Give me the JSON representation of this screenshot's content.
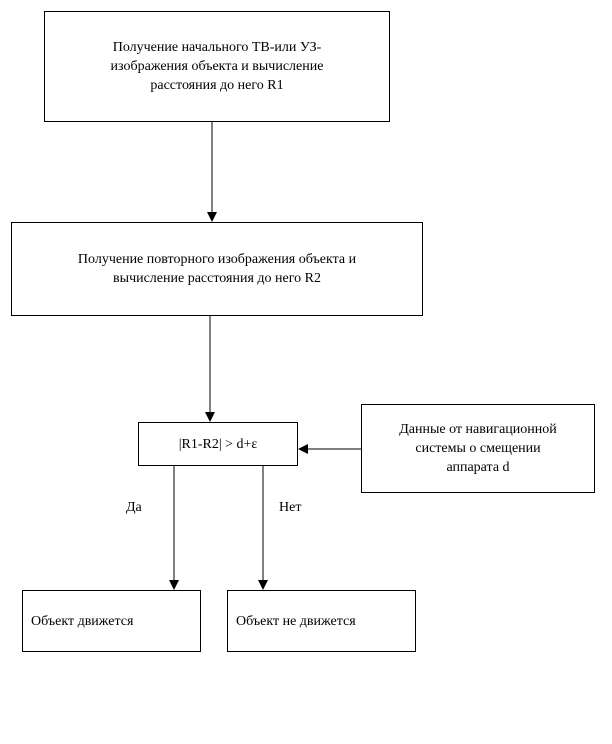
{
  "diagram": {
    "nodes": {
      "start": {
        "text": "Получение начального ТВ-или УЗ-\nизображения объекта и вычисление\nрасстояния до него R1"
      },
      "repeat": {
        "text": "Получение повторного изображения объекта и\nвычисление расстояния до него R2"
      },
      "condition": {
        "text": "|R1-R2| > d+ε"
      },
      "navigation": {
        "text": "Данные от навигационной\nсистемы о смещении\nаппарата d"
      },
      "moving": {
        "text": "Объект движется"
      },
      "not_moving": {
        "text": "Объект не движется"
      }
    },
    "edges": {
      "yes_label": "Да",
      "no_label": "Нет"
    },
    "colors": {
      "stroke": "#000000",
      "background": "#ffffff"
    }
  }
}
